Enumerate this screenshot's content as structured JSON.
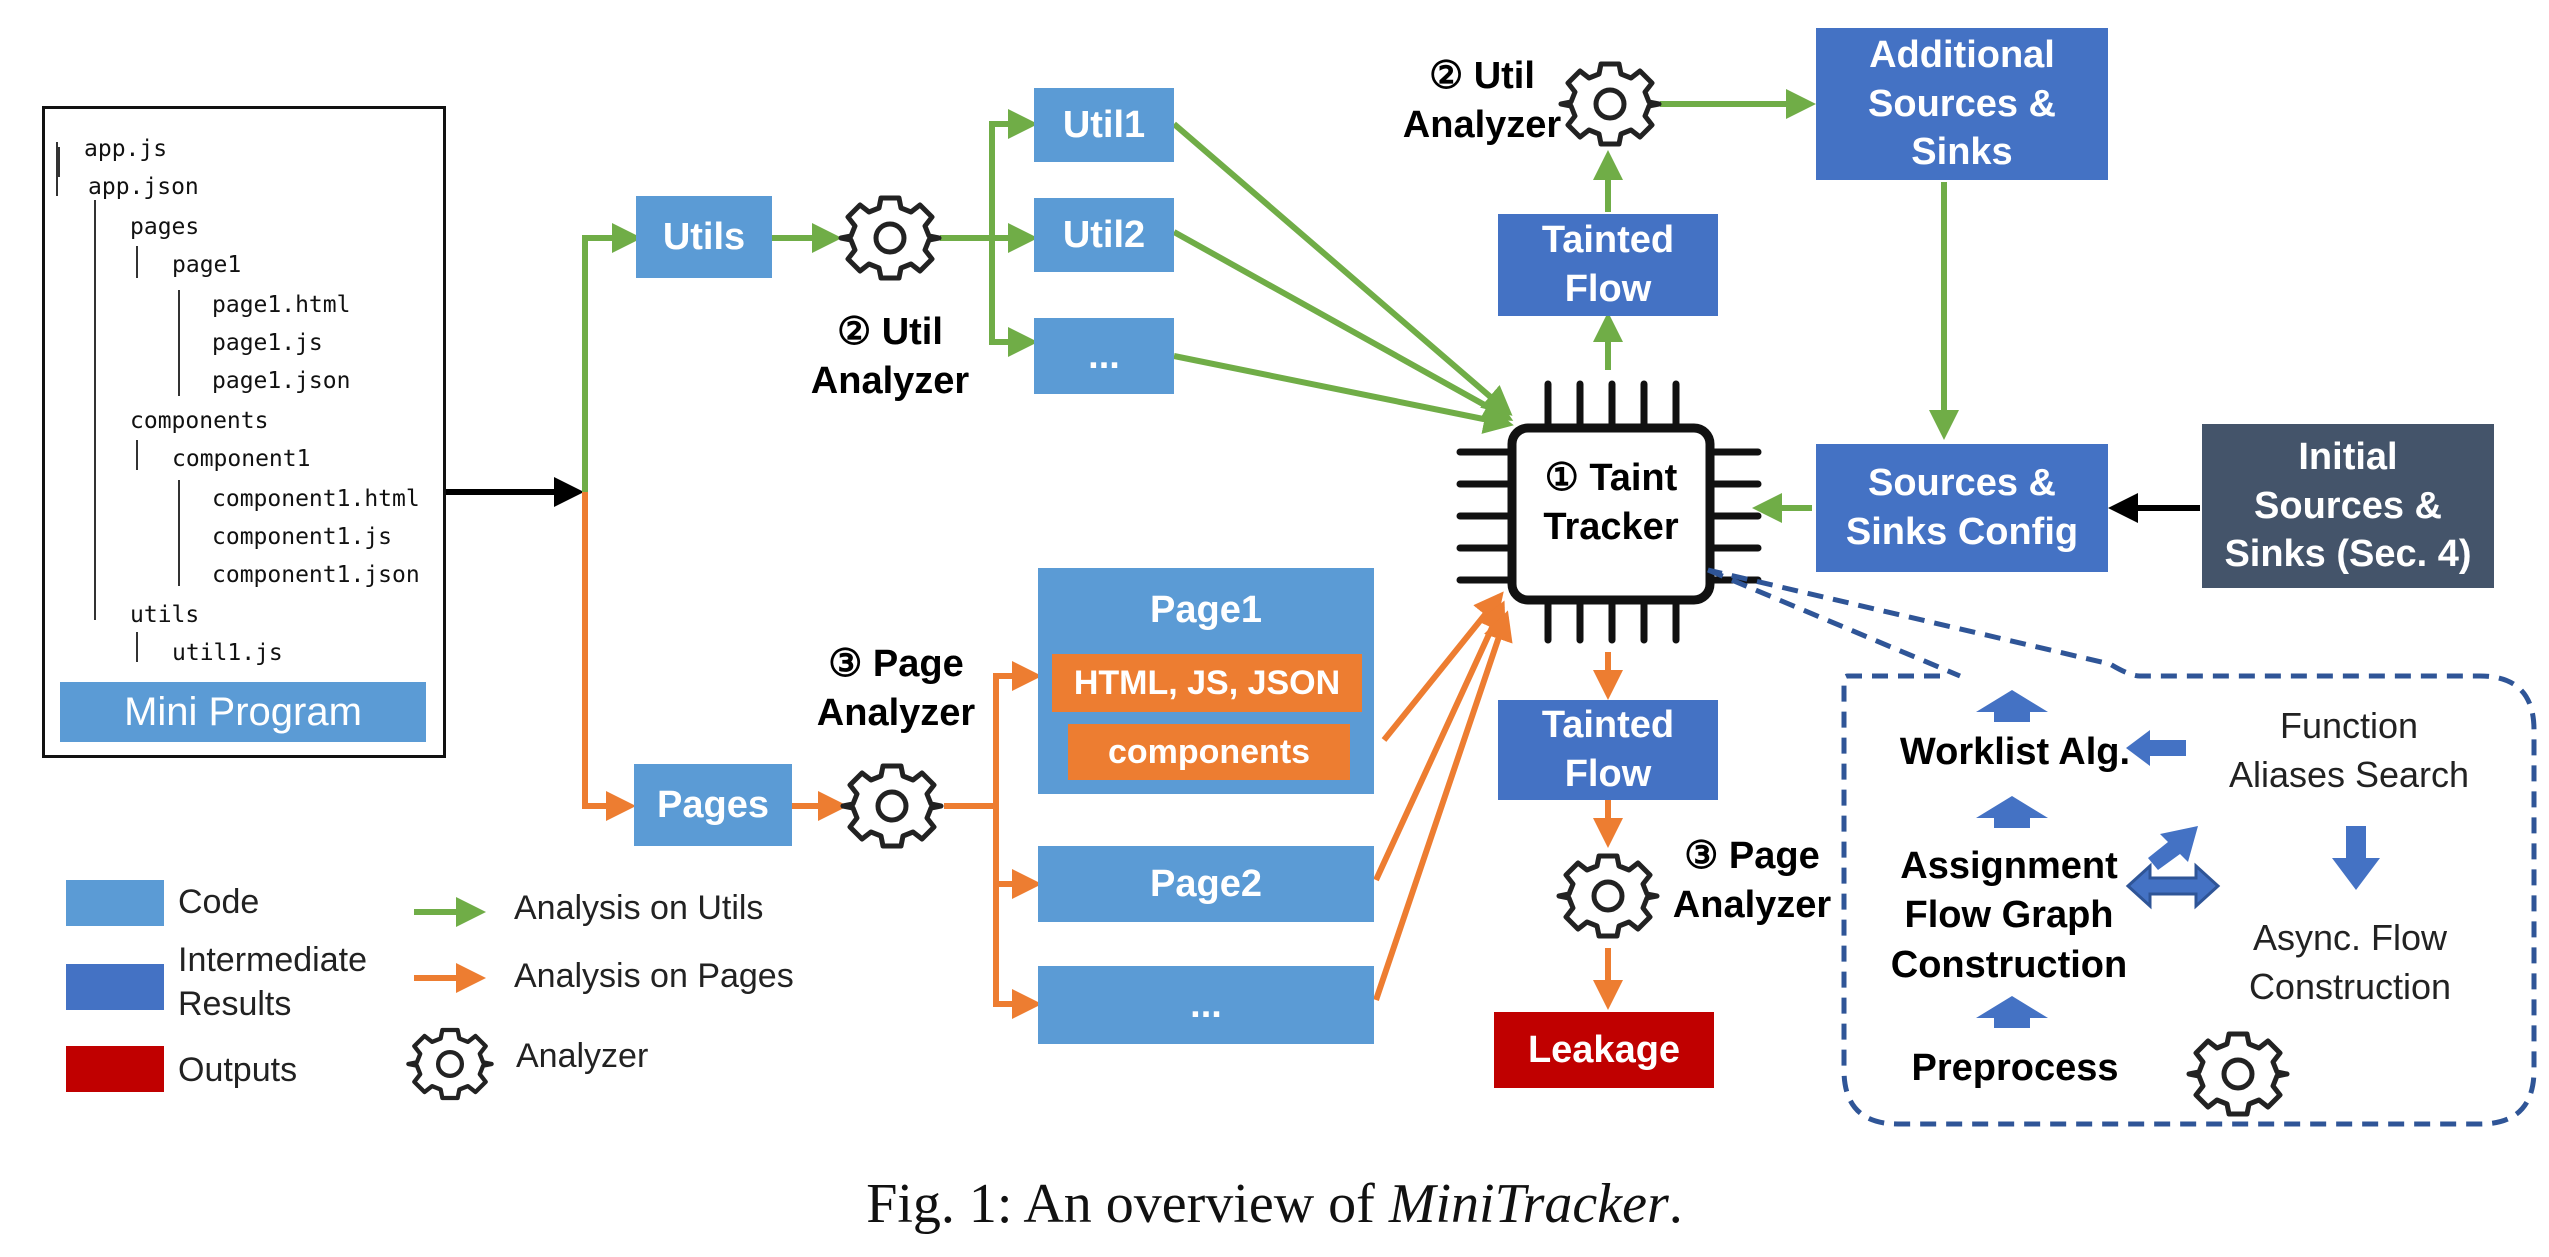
{
  "tree": {
    "items": [
      "app.js",
      "app.json",
      "pages",
      "page1",
      "page1.html",
      "page1.js",
      "page1.json",
      "components",
      "component1",
      "component1.html",
      "component1.js",
      "component1.json",
      "utils",
      "util1.js"
    ],
    "label": "Mini Program"
  },
  "utils_box": "Utils",
  "pages_box": "Pages",
  "util_analyzer_label": "② Util\nAnalyzer",
  "util_analyzer_label2": "② Util\nAnalyzer",
  "page_analyzer_label": "③ Page\nAnalyzer",
  "page_analyzer_label2": "③ Page\nAnalyzer",
  "util1": "Util1",
  "util2": "Util2",
  "util_more": "...",
  "page1": "Page1",
  "page1_html": "HTML, JS, JSON",
  "page1_components": "components",
  "page2": "Page2",
  "page_more": "...",
  "taint_tracker": "① Taint\nTracker",
  "tainted_flow_top": "Tainted\nFlow",
  "tainted_flow_bottom": "Tainted\nFlow",
  "additional_sources": "Additional\nSources &\nSinks",
  "sources_config": "Sources &\nSinks Config",
  "initial_sources": "Initial\nSources &\nSinks (Sec. 4)",
  "leakage": "Leakage",
  "detail": {
    "worklist": "Worklist Alg.",
    "function_aliases": "Function\nAliases Search",
    "assignment": "Assignment\nFlow Graph\nConstruction",
    "async": "Async. Flow\nConstruction",
    "preprocess": "Preprocess"
  },
  "legend": {
    "code": "Code",
    "intermediate": "Intermediate\nResults",
    "outputs": "Outputs",
    "utils_analysis": "Analysis on Utils",
    "pages_analysis": "Analysis on Pages",
    "analyzer": "Analyzer"
  },
  "caption_prefix": "Fig. 1: An overview of ",
  "caption_name": "MiniTracker",
  "caption_suffix": ".",
  "colors": {
    "code": "#5b9bd5",
    "intermediate": "#4472c4",
    "outputs": "#c00000",
    "green_arrow": "#70ad47",
    "orange_arrow": "#ed7d31",
    "dashed": "#2f5597"
  }
}
